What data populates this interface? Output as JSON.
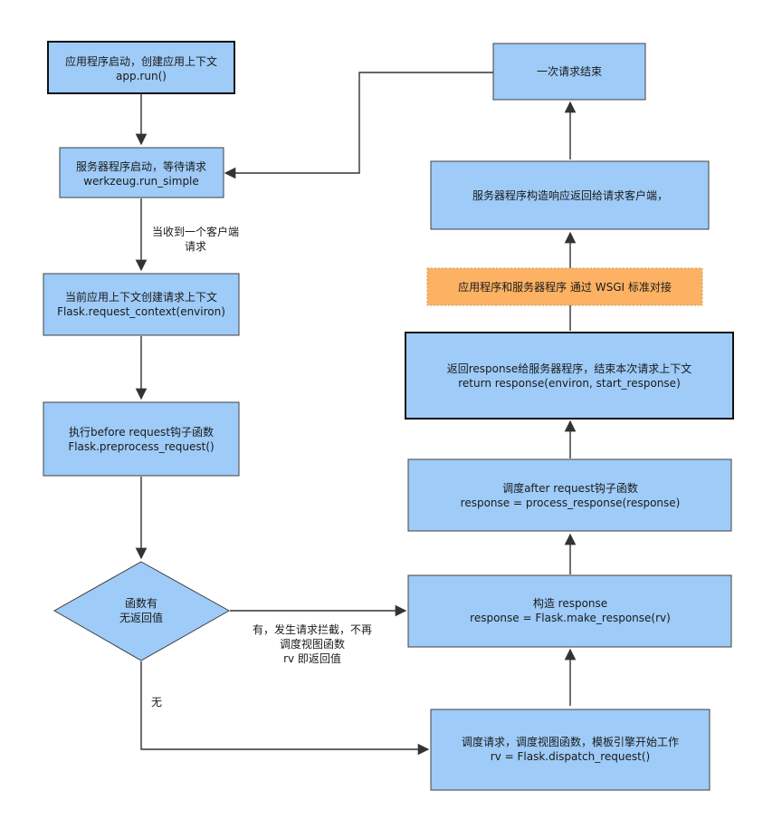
{
  "colors": {
    "box_fill": "#9ECBF7",
    "box_stroke": "#404040",
    "highlight_fill": "#FCB163",
    "highlight_stroke": "#C8A070",
    "arrow": "#333333",
    "background": "#FFFFFF"
  },
  "nodes": {
    "app_start": {
      "line1": "应用程序启动，创建应用上下文",
      "line2": "app.run()"
    },
    "server_wait": {
      "line1": "服务器程序启动，等待请求",
      "line2": "werkzeug.run_simple"
    },
    "request_ctx": {
      "line1": "当前应用上下文创建请求上下文",
      "line2": "Flask.request_context(environ)"
    },
    "before_request": {
      "line1": "执行before request钩子函数",
      "line2": "Flask.preprocess_request()"
    },
    "decision": {
      "line1": "函数有",
      "line2": "无返回值"
    },
    "dispatch": {
      "line1": "调度请求，调度视图函数，模板引擎开始工作",
      "line2": "rv = Flask.dispatch_request()"
    },
    "make_response": {
      "line1": "构造 response",
      "line2": "response = Flask.make_response(rv)"
    },
    "after_request": {
      "line1": "调度after request钩子函数",
      "line2": "response = process_response(response)"
    },
    "return_response": {
      "line1": "返回response给服务器程序，结束本次请求上下文",
      "line2": "return response(environ, start_response)"
    },
    "wsgi_note": {
      "line1": "应用程序和服务器程序  通过 WSGI 标准对接"
    },
    "server_respond": {
      "line1": "服务器程序构造响应返回给请求客户端，"
    },
    "request_end": {
      "line1": "一次请求结束"
    }
  },
  "edge_labels": {
    "client_request": {
      "line1": "当收到一个客户端",
      "line2": "请求"
    },
    "has_return": {
      "line1": "有，发生请求拦截，不再",
      "line2": "调度视图函数",
      "line3": "rv 即返回值"
    },
    "no_return": {
      "line1": "无"
    }
  }
}
